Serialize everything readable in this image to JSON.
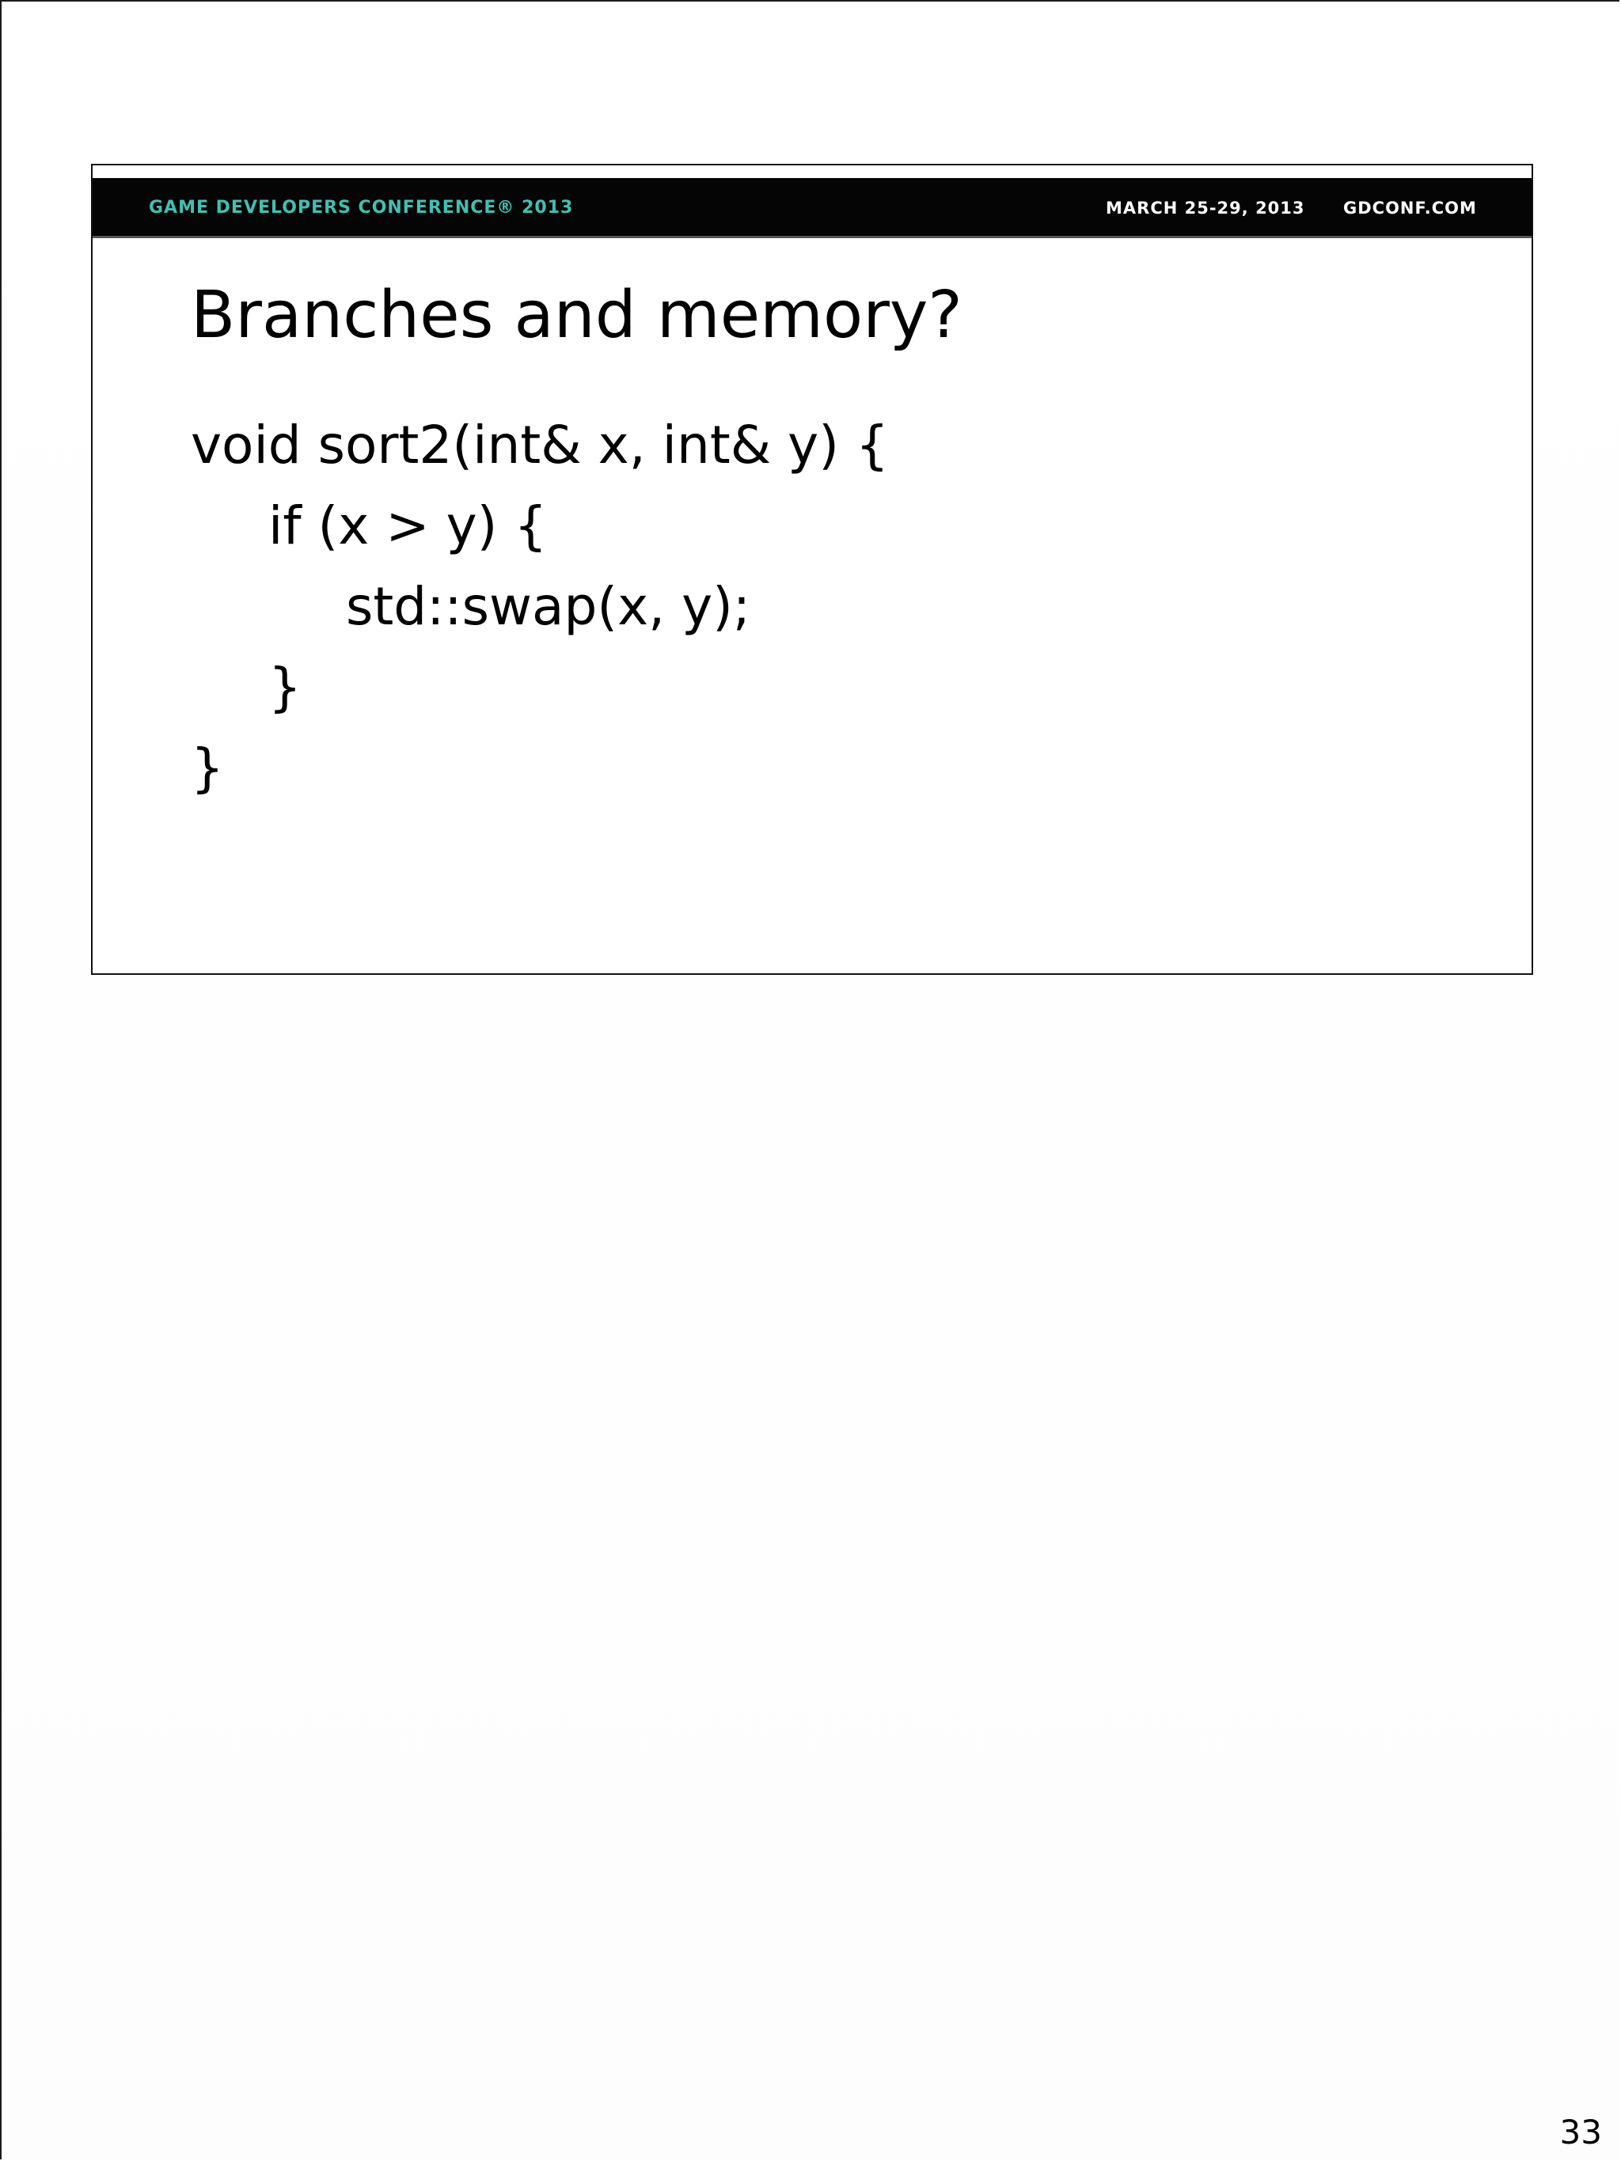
{
  "slide": {
    "header": {
      "conference": "GAME DEVELOPERS CONFERENCE® 2013",
      "dates": "MARCH 25-29, 2013",
      "website": "GDCONF.COM"
    },
    "title": "Branches and memory?",
    "code_lines": [
      "void sort2(int& x, int& y) {",
      "if (x > y) {",
      "std::swap(x, y);",
      "}",
      "}"
    ]
  },
  "page_number": "33",
  "colors": {
    "header_background": "#050505",
    "conference_name": "#3fc1b3",
    "header_text": "#ffffff",
    "text": "#000000"
  }
}
